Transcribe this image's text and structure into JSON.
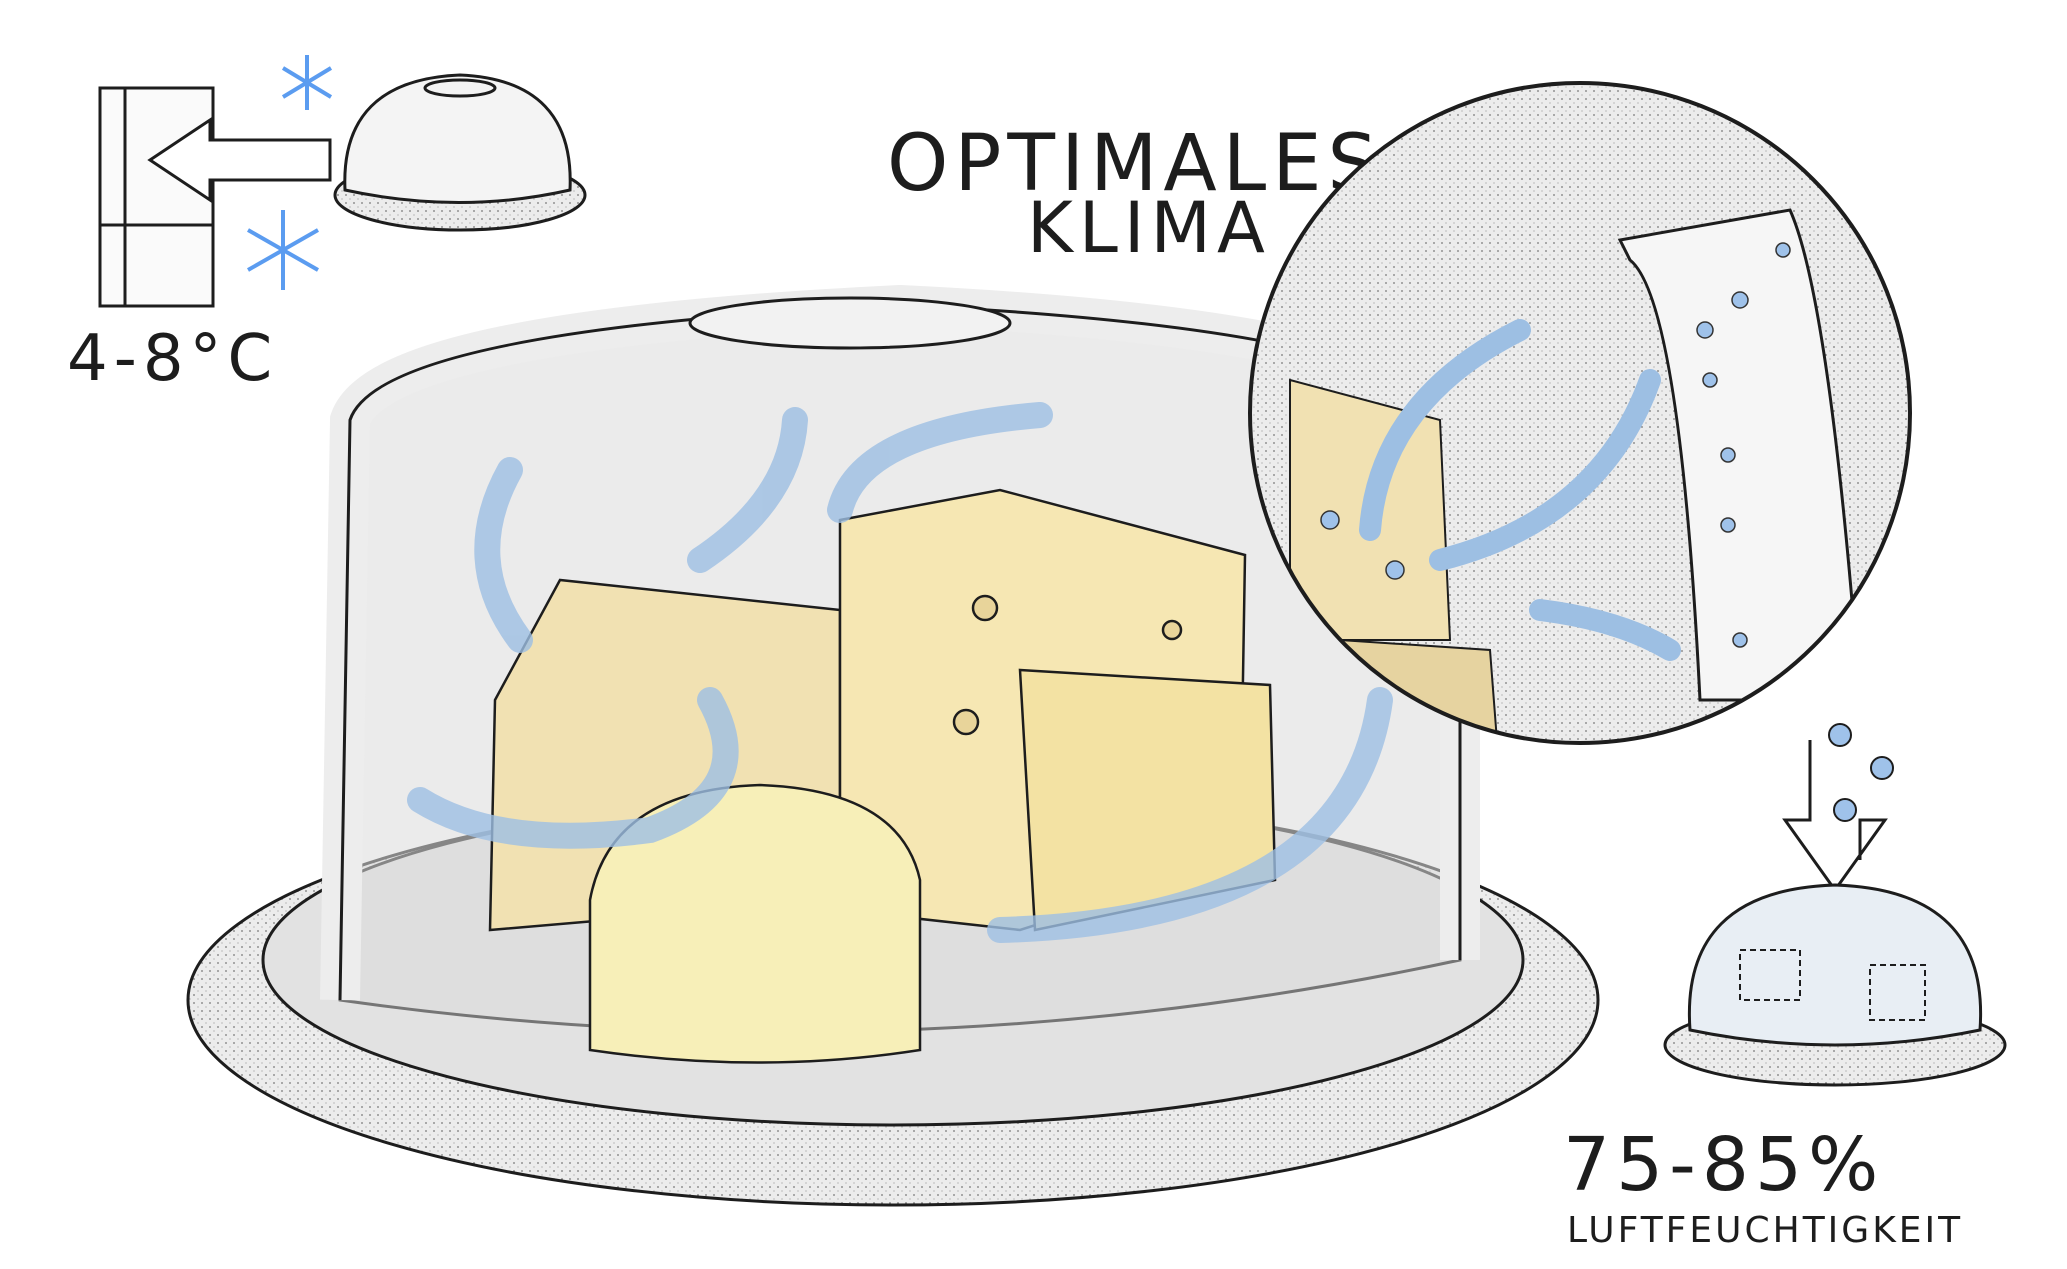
{
  "title": {
    "line1": "OPTIMALES",
    "line2": "KLIMA"
  },
  "temperature": {
    "value": "4-8°C"
  },
  "humidity": {
    "value": "75-85%",
    "label": "LUFTFEUCHTIGKEIT"
  },
  "colors": {
    "arrow": "#d6e6f7",
    "arrow_stroke": "#9dbfe3",
    "snow": "#5b9cf0",
    "cheese": "#f3e2a8",
    "dome": "#e6e6e6",
    "ink": "#1d1d1d"
  }
}
